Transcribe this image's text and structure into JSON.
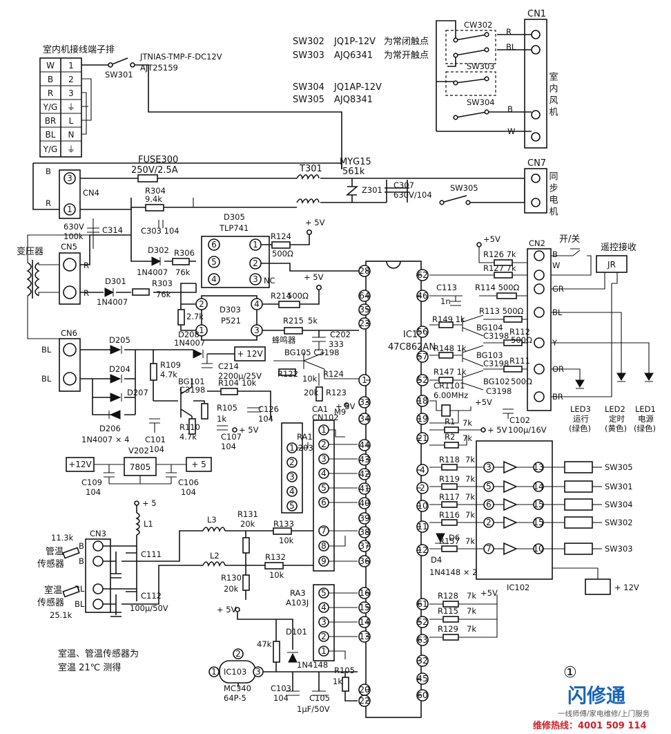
{
  "top_notes": {
    "indoor_terminal": "室内机接线端子排",
    "sw301_model": "JTNIAS-TMP-F-DC12V",
    "sw301_model2": "AJT25159",
    "sw301": "SW301",
    "sw302": "SW302",
    "sw302_model": "JQ1P-12V",
    "sw302_note": "为常闭触点",
    "sw303": "SW303",
    "sw303_model": "AJQ6341",
    "sw303_note": "为常开触点",
    "sw304": "SW304",
    "sw304_model": "JQ1AP-12V",
    "sw305": "SW305",
    "sw305_model": "AJQ8341"
  },
  "terminal_block": {
    "left": [
      "W",
      "B",
      "R",
      "Y/G",
      "BR",
      "BL",
      "Y/G"
    ],
    "right": [
      "1",
      "2",
      "3",
      "⏚",
      "L",
      "N",
      "⏚"
    ]
  },
  "cn1": {
    "name": "CN1",
    "pins": [
      "R",
      "BL",
      "B",
      "W"
    ],
    "label": "室内风机",
    "cw302": "CW302",
    "sw303": "SW303",
    "sw304": "SW304"
  },
  "cn7": {
    "name": "CN7",
    "label": "同步电机",
    "sw305": "SW305"
  },
  "power": {
    "fuse": "FUSE300",
    "fuse_val": "250V/2.5A",
    "t301": "T301",
    "myg": "MYG15",
    "myg_val": "561k",
    "z301": "Z301",
    "c307": "C307",
    "c307_val": "630V/104",
    "r304": "R304",
    "r304_val": "9.4k",
    "c303": "C303 104",
    "cn4": "CN4",
    "c314_v": "630V",
    "c314_r": "100k",
    "c314": "C314",
    "b": "B",
    "r": "R"
  },
  "transformer": {
    "label": "变压器",
    "cn5": "CN5",
    "r1": "R",
    "r2": "R"
  },
  "optos": {
    "d305": "D305",
    "tlp": "TLP741",
    "r124": "R124",
    "r124_val": "500Ω",
    "nc": "NC",
    "d302": "D302",
    "d302_type": "1N4007",
    "r306": "R306",
    "r306_val": "76k",
    "d301": "D301",
    "d301_type": "1N4007",
    "r303": "R303",
    "r303_val": "76k",
    "r_27": "2.7k",
    "d303": "D303",
    "p521": "P521",
    "r214": "R214",
    "r214_val": "500Ω",
    "r215": "R215",
    "r215_val": "5k",
    "c202": "C202",
    "c202_val": "333",
    "buzzer": "蜂鸣器",
    "plus5": "+ 5V"
  },
  "rectifier": {
    "cn6": "CN6",
    "bl1": "BL",
    "bl2": "BL",
    "d205": "D205",
    "d204": "D204",
    "d207": "D207",
    "d206": "D206",
    "diodes": "1N4007 × 4",
    "d208": "D208",
    "d208_type": "1N4007",
    "plus12": "+ 12V",
    "c214": "C214",
    "c214_val": "2200μ/25V",
    "r109": "R109",
    "r109_val": "4.7k",
    "bg101": "BG101",
    "bg101_type": "C3198",
    "r104": "R104",
    "r104_val": "10k",
    "r105": "R105",
    "r105_val": "1k",
    "r110": "R110",
    "r110_val": "4.7k",
    "c126": "C126",
    "c126_val": "104",
    "c101": "C101",
    "c101_val": "104",
    "c107": "C107",
    "c107_val": "104",
    "bg105": "BG105 C3198",
    "r122": "R122",
    "r122_val": "10k",
    "r124b": "R124",
    "r123": "R123",
    "r123_val": "20k"
  },
  "regulator": {
    "v202": "V202",
    "in": "+12V",
    "chip": "7805",
    "out": "+ 5",
    "c109": "C109",
    "c109_val": "104",
    "c106": "C106",
    "c106_val": "104"
  },
  "sensors": {
    "l1": "L1",
    "plus5": "+ 5",
    "cn3": "CN3",
    "r_pipe": "11.3k",
    "pipe_label1": "管温",
    "pipe_label2": "传感器",
    "room_label1": "室温",
    "room_label2": "传感器",
    "r_room": "25.1k",
    "pins": [
      "B",
      "B",
      "BL",
      "BL"
    ],
    "c111": "C111",
    "c112": "C112",
    "c112_val": "100μ/50V",
    "l3": "L3",
    "l2": "L2",
    "r131": "R131",
    "r131_val": "20k",
    "r133": "R133",
    "r133_val": "10k",
    "r132": "R132",
    "r132_val": "10k",
    "r130": "R130",
    "r130_val": "20k",
    "note1": "室温、管温传感器为",
    "note2": "室温 21℃ 测得"
  },
  "reset": {
    "plus5": "+ 5V",
    "r47k": "47k",
    "d101": "D101",
    "d101_type": "1N4148",
    "ic103": "IC103",
    "mc": "MC340",
    "mc2": "64P-5",
    "c103": "C103",
    "c103_val": "104",
    "c105": "C105",
    "c105_val": "1μF/50V",
    "r105": "R105",
    "r105_val": "1k"
  },
  "ic1": {
    "name": "IC1",
    "type": "47C862AN",
    "left_pins": [
      "28",
      "64",
      "35",
      "23",
      "1",
      "33",
      "34",
      "44",
      "43",
      "42",
      "41",
      "40",
      "39",
      "38",
      "37",
      "36",
      "16",
      "15",
      "14",
      "13",
      "20",
      "22"
    ],
    "right_pins": [
      "62",
      "46",
      "56",
      "57",
      "52",
      "18",
      "19",
      "21",
      "4",
      "2",
      "10",
      "11",
      "12",
      "61",
      "52",
      "63",
      "32",
      "45",
      "60"
    ],
    "ca1": "CA1",
    "cn102": "CN102",
    "m9": "M9",
    "plus5": "+ 5V"
  },
  "ra": {
    "ra1": "RA1",
    "ra1_type": "A203J",
    "ra3": "RA3",
    "ra3_type": "A103J"
  },
  "cn2": {
    "name": "CN2",
    "pins": [
      "B",
      "W",
      "GR",
      "BL",
      "Y",
      "OR",
      "BR"
    ],
    "switch": "开/关",
    "remote": "遥控接收",
    "jr": "JR",
    "r126": "R126 7k",
    "r127": "R127 7k",
    "c113": "C113",
    "c113_val": "1n",
    "r114": "R114 500Ω",
    "r113": "R113 500Ω",
    "r149": "R149 1k",
    "bg104": "BG104",
    "bg104_t": "C3198",
    "r112": "R112",
    "r112_val": "500Ω",
    "r148": "R148 1k",
    "bg103": "BG103",
    "bg103_t": "C3198",
    "r111": "R111",
    "r111_val": "500Ω",
    "r147": "R147 1k",
    "bg102": "BG102",
    "bg102_t": "C3198",
    "cr1101": "CR1101",
    "crystal": "6.00MHz",
    "plus5": "+5V",
    "c102": "C102",
    "c102_val": "100μ/16V",
    "r1": "R1",
    "r1_val": "7k",
    "r2": "R2",
    "r2_val": "7k",
    "plus5v": "+ 5V",
    "led3": "LED3",
    "led3_a": "运行",
    "led3_b": "(绿色)",
    "led2": "LED2",
    "led2_a": "定时",
    "led2_b": "(黄色)",
    "led1": "LED1",
    "led1_a": "电源",
    "led1_b": "(绿色)"
  },
  "drivers": {
    "ic102": "IC102",
    "rows": [
      {
        "r": "R118",
        "v": "7k",
        "sw": "SW305"
      },
      {
        "r": "R119",
        "v": "7k",
        "sw": "SW301"
      },
      {
        "r": "R117",
        "v": "7k",
        "sw": "SW304"
      },
      {
        "r": "R116",
        "v": "7k",
        "sw": "SW302"
      },
      {
        "r": "R157",
        "v": "7k",
        "sw": "SW303"
      }
    ],
    "d6": "D6",
    "d4": "D4",
    "diode_type": "1N4148 × 2",
    "plus12": "+ 12V",
    "r128": "R128",
    "r115": "R115",
    "r129": "R129",
    "rv": "7k",
    "plus5": "+5V"
  },
  "figure_no": "①",
  "watermark": {
    "brand": "闪修通",
    "slogan": "一线师傅/家电维修/上门服务",
    "hotline": "维修热线：4001 509 114"
  }
}
